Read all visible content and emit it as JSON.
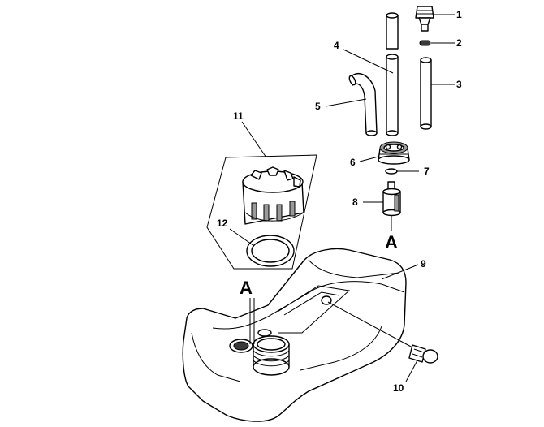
{
  "callouts": {
    "c1": "1",
    "c2": "2",
    "c3": "3",
    "c4": "4",
    "c5": "5",
    "c6": "6",
    "c7": "7",
    "c8": "8",
    "c9": "9",
    "c10": "10",
    "c11": "11",
    "c12": "12"
  },
  "markers": {
    "a_left": "A",
    "a_right": "A"
  },
  "colors": {
    "line": "#000000",
    "background": "#ffffff",
    "shade": "#9a9a9a"
  }
}
